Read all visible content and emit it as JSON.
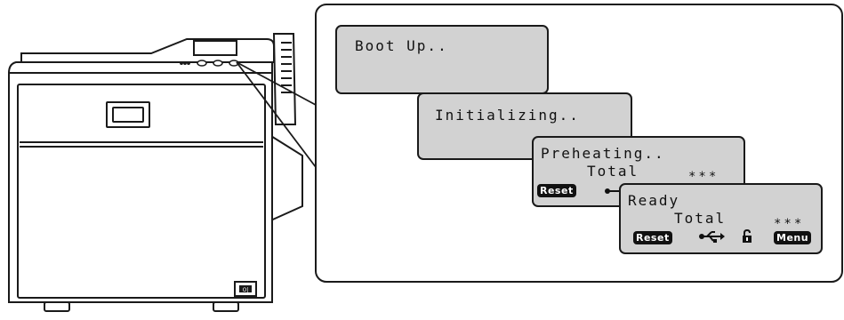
{
  "screens": [
    {
      "line1": "Boot Up.."
    },
    {
      "line1": "Initializing.."
    },
    {
      "line1": "Preheating..",
      "line2": "Total",
      "stars": "***",
      "reset_label": "Reset"
    },
    {
      "line1": "Ready",
      "line2": "Total",
      "stars": "***",
      "reset_label": "Reset",
      "menu_label": "Menu"
    }
  ],
  "printer": {
    "power_switch_label": "O|"
  },
  "colors": {
    "lcd_background": "#d2d2d2",
    "outline": "#1a1a1a",
    "pill": "#111111"
  },
  "icons": [
    "usb-icon",
    "unlock-icon"
  ]
}
